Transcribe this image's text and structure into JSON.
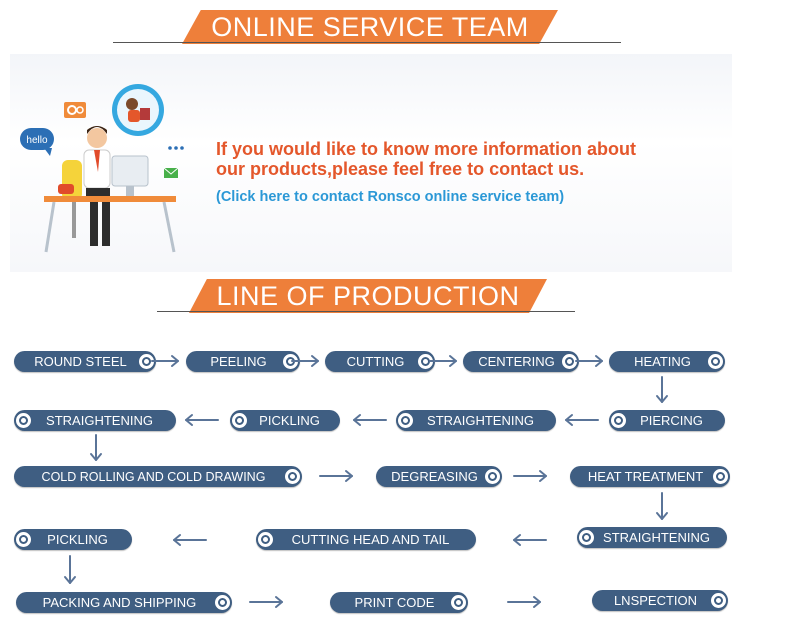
{
  "section1": {
    "title": "ONLINE SERVICE TEAM"
  },
  "contact": {
    "hello_bubble": "hello",
    "line1": "If you would like to know more information about",
    "line2": "our products,please feel free to contact us.",
    "link": "(Click here to contact Ronsco online service team)"
  },
  "section2": {
    "title": "LINE OF PRODUCTION"
  },
  "steps": [
    "ROUND STEEL",
    "PEELING",
    "CUTTING",
    "CENTERING",
    "HEATING",
    "PIERCING",
    "STRAIGHTENING",
    "PICKLING",
    "STRAIGHTENING",
    "COLD ROLLING AND COLD DRAWING",
    "DEGREASING",
    "HEAT TREATMENT",
    "STRAIGHTENING",
    "CUTTING HEAD AND TAIL",
    "PICKLING",
    "PACKING AND SHIPPING",
    "PRINT CODE",
    "LNSPECTION"
  ],
  "colors": {
    "accent": "#ee7f3a",
    "pill": "#3f5e82",
    "info_text": "#e4572b",
    "link_text": "#2b98d6"
  }
}
